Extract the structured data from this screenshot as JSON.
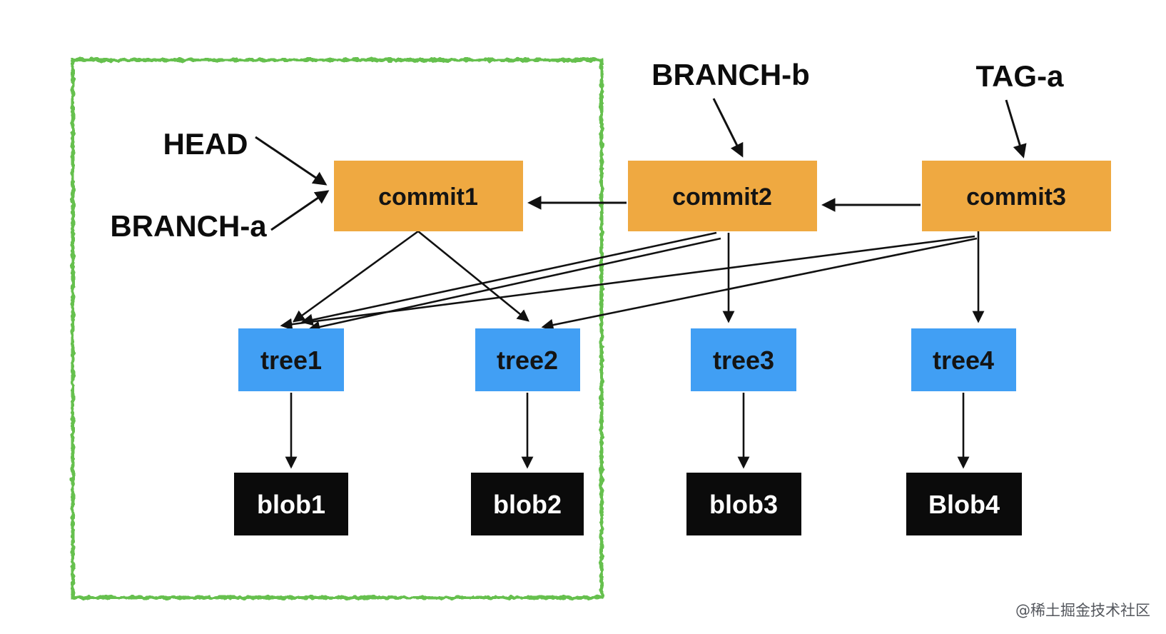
{
  "diagram": {
    "type": "git-object-model",
    "nodes": {
      "commit1": "commit1",
      "commit2": "commit2",
      "commit3": "commit3",
      "tree1": "tree1",
      "tree2": "tree2",
      "tree3": "tree3",
      "tree4": "tree4",
      "blob1": "blob1",
      "blob2": "blob2",
      "blob3": "blob3",
      "blob4": "Blob4"
    },
    "refs": {
      "head": "HEAD",
      "branch_a": "BRANCH-a",
      "branch_b": "BRANCH-b",
      "tag_a": "TAG-a"
    },
    "edges": [
      {
        "from": "HEAD",
        "to": "commit1"
      },
      {
        "from": "BRANCH-a",
        "to": "commit1"
      },
      {
        "from": "BRANCH-b",
        "to": "commit2"
      },
      {
        "from": "TAG-a",
        "to": "commit3"
      },
      {
        "from": "commit2",
        "to": "commit1"
      },
      {
        "from": "commit3",
        "to": "commit2"
      },
      {
        "from": "commit1",
        "to": "tree1"
      },
      {
        "from": "commit1",
        "to": "tree2"
      },
      {
        "from": "commit2",
        "to": "tree1"
      },
      {
        "from": "commit2",
        "to": "tree1",
        "note": "double stroke"
      },
      {
        "from": "commit2",
        "to": "tree3"
      },
      {
        "from": "commit3",
        "to": "tree1"
      },
      {
        "from": "commit3",
        "to": "tree2"
      },
      {
        "from": "commit3",
        "to": "tree4"
      },
      {
        "from": "tree1",
        "to": "blob1"
      },
      {
        "from": "tree2",
        "to": "blob2"
      },
      {
        "from": "tree3",
        "to": "blob3"
      },
      {
        "from": "tree4",
        "to": "blob4"
      }
    ],
    "green_box_contains": [
      "commit1",
      "tree1",
      "tree2",
      "blob1",
      "blob2"
    ],
    "colors": {
      "commit_fill": "#EFA941",
      "tree_fill": "#419FF4",
      "blob_fill": "#0B0B0B",
      "blob_text": "#FFFFFF",
      "node_text": "#141414",
      "border_green": "#57BA3B",
      "arrow": "#111111"
    },
    "watermark": "@稀土掘金技术社区"
  }
}
